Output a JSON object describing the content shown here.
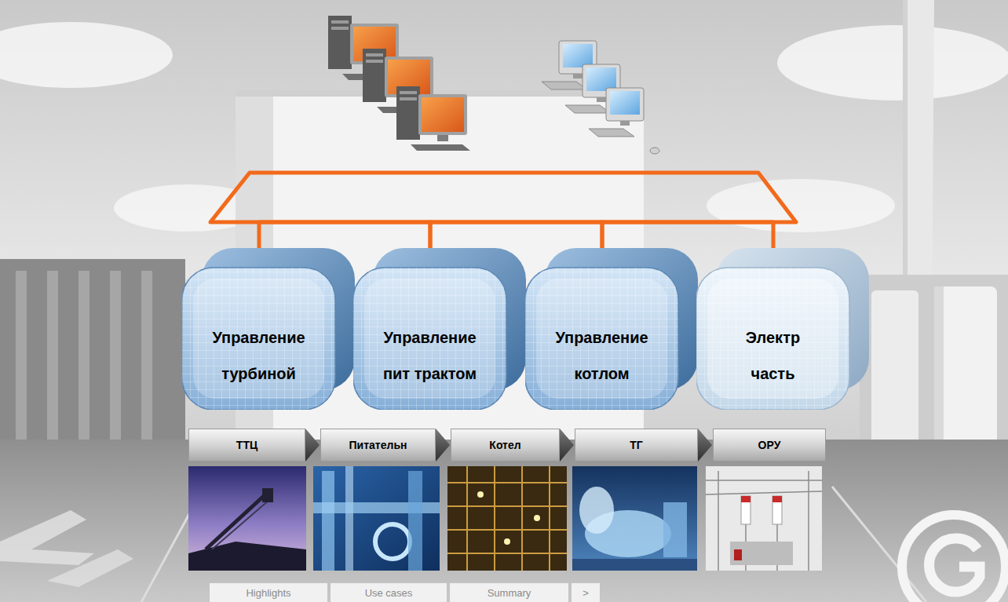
{
  "diagram": {
    "nodes": [
      {
        "text": [
          "Управление турбиной"
        ]
      },
      {
        "text": [
          "Управление пит трактом"
        ]
      },
      {
        "text": [
          "Управление котлом"
        ]
      },
      {
        "text": [
          "Электр часть"
        ]
      },
      {
        "text": [
          "ТТЦ"
        ]
      },
      {
        "text": [
          "Питательн"
        ]
      },
      {
        "text": [
          "Котел"
        ]
      },
      {
        "text": [
          "ТГ"
        ]
      },
      {
        "text": [
          "ОРУ"
        ]
      },
      {
        "text": [
          "Highlights"
        ]
      },
      {
        "text": [
          "Use cases"
        ]
      },
      {
        "text": [
          "Summary"
        ]
      },
      {
        "text": [
          ">"
        ]
      }
    ],
    "edges": [
      {
        "from": 0,
        "to": 1,
        "arrow": "none"
      },
      {
        "from": 1,
        "to": 2,
        "arrow": "none"
      },
      {
        "from": 2,
        "to": 3,
        "arrow": "none"
      }
    ]
  }
}
